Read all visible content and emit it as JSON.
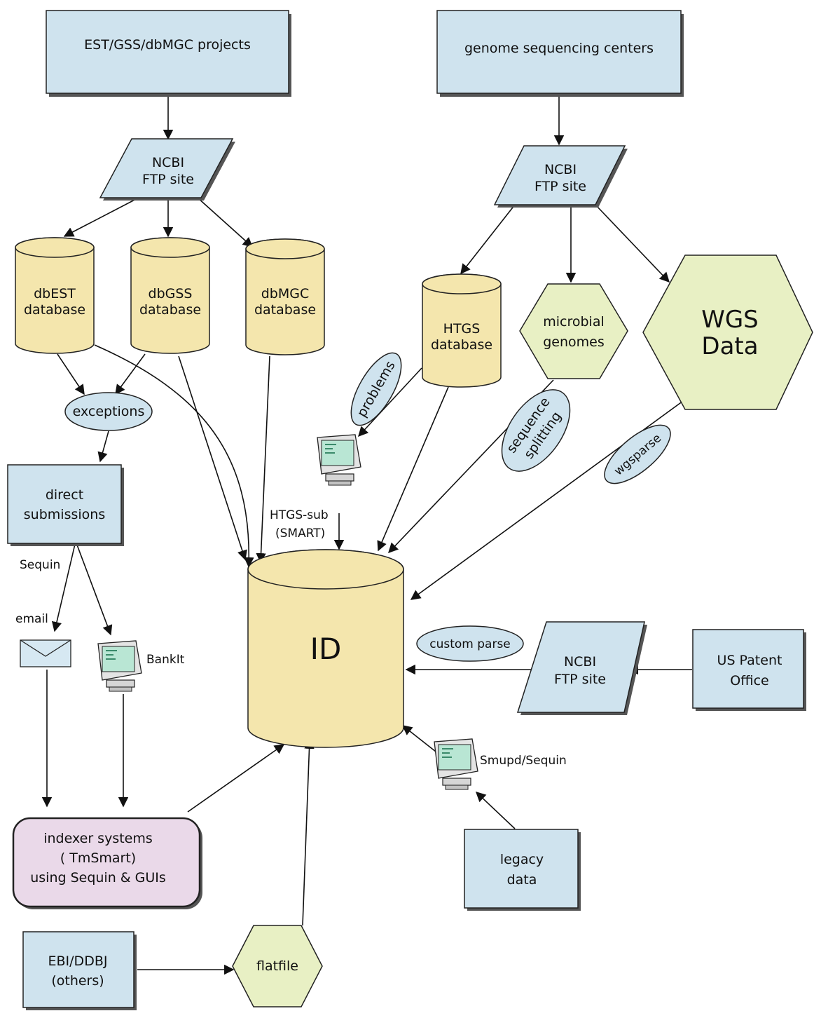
{
  "nodes": {
    "est_projects": "EST/GSS/dbMGC projects",
    "genome_centers": "genome sequencing centers",
    "ftp_left": [
      "NCBI",
      "FTP site"
    ],
    "ftp_right": [
      "NCBI",
      "FTP site"
    ],
    "ftp_patent": [
      "NCBI",
      "FTP site"
    ],
    "dbest": [
      "dbEST",
      "database"
    ],
    "dbgss": [
      "dbGSS",
      "database"
    ],
    "dbmgc": [
      "dbMGC",
      "database"
    ],
    "htgs": [
      "HTGS",
      "database"
    ],
    "microbial": [
      "microbial",
      "genomes"
    ],
    "wgs": [
      "WGS",
      "Data"
    ],
    "exceptions": "exceptions",
    "direct_submissions": [
      "direct",
      "submissions"
    ],
    "id": "ID",
    "problems": "problems",
    "sequence_splitting": [
      "sequence",
      "splitting"
    ],
    "wgsparse": "wgsparse",
    "custom_parse": "custom parse",
    "us_patent": [
      "US Patent",
      "Office"
    ],
    "indexer": [
      "indexer systems",
      "( TmSmart)",
      "using Sequin & GUIs"
    ],
    "legacy": [
      "legacy",
      "data"
    ],
    "ebi": [
      "EBI/DDBJ",
      "(others)"
    ],
    "flatfile": "flatfile"
  },
  "labels": {
    "htgs_sub": [
      "HTGS-sub",
      "(SMART)"
    ],
    "sequin": "Sequin",
    "email": "email",
    "bankit": "BankIt",
    "smupd": "Smupd/Sequin"
  },
  "colors": {
    "box": "#cfe3ee",
    "database": "#f4e6ad",
    "hexagon": "#e8f0c4",
    "indexer": "#ead9e9"
  },
  "icons": [
    "computer-icon",
    "envelope-icon"
  ]
}
